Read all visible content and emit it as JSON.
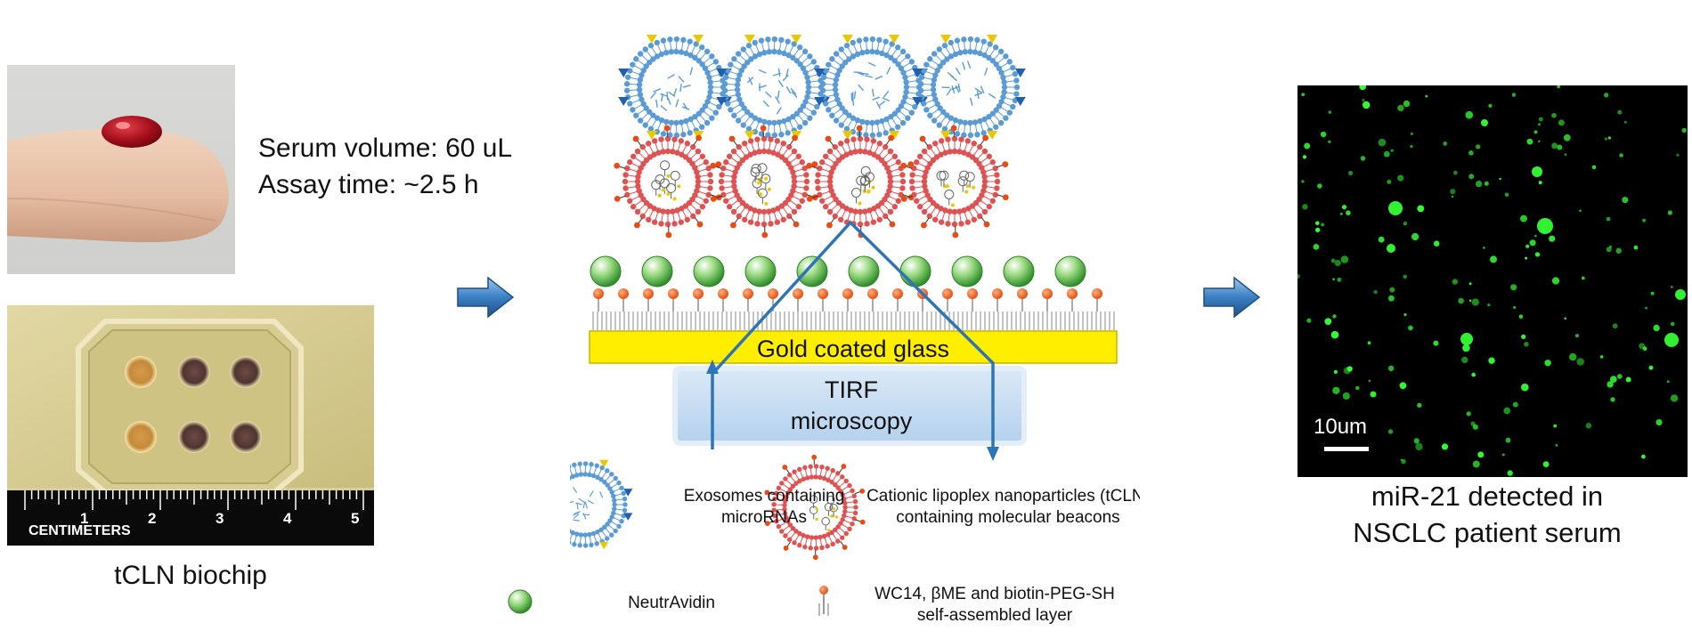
{
  "left": {
    "serum_line": "Serum volume: 60 uL",
    "assay_line": "Assay time: ~2.5 h",
    "ruler_unit": "CENTIMETERS",
    "ruler_numbers": [
      "1",
      "2",
      "3",
      "4",
      "5"
    ],
    "biochip_caption": "tCLN biochip"
  },
  "center": {
    "gold_label": "Gold coated glass",
    "tirf_line1": "TIRF",
    "tirf_line2": "microscopy"
  },
  "legend": {
    "exosome_line1": "Exosomes containing",
    "exosome_line2": "microRNAs",
    "tcln_line1": "Cationic lipoplex nanoparticles (tCLN)",
    "tcln_line2": "containing molecular beacons",
    "neutravidin": "NeutrAvidin",
    "sam_line1": "WC14, βME and biotin-PEG-SH",
    "sam_line2": "self-assembled layer"
  },
  "right": {
    "scale_label": "10um",
    "caption_line1": "miR-21 detected in",
    "caption_line2": "NSCLC patient serum"
  },
  "colors": {
    "exosome_blue": "#5b9bd5",
    "tcln_red": "#e05252",
    "gold_yellow": "#ffee00",
    "arrow_blue": "#2e75b6",
    "fluor_green": "#33ff33"
  }
}
